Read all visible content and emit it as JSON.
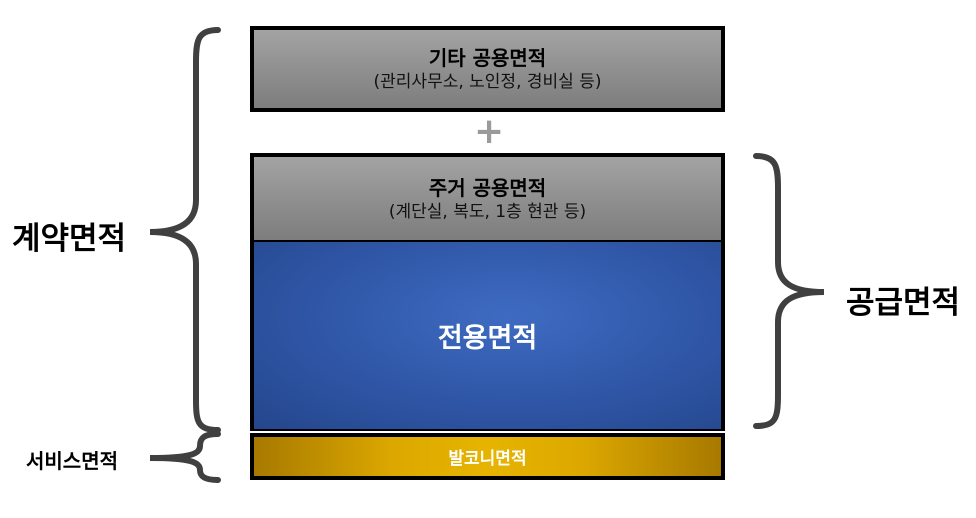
{
  "boxes": {
    "other_common": {
      "title": "기타 공용면적",
      "subtitle": "(관리사무소, 노인정, 경비실 등)"
    },
    "residential_common": {
      "title": "주거 공용면적",
      "subtitle": "(계단실, 복도, 1층 현관 등)"
    },
    "exclusive": {
      "title": "전용면적"
    },
    "balcony": {
      "title": "발코니면적"
    }
  },
  "operator": "+",
  "labels": {
    "contract_area": "계약면적",
    "supply_area": "공급면적",
    "service_area": "서비스면적"
  },
  "colors": {
    "exclusive_fill": "#2f56a6",
    "balcony_fill": "#dca800",
    "common_fill": "#8c8c8c",
    "plus": "#9a9a9a",
    "brace": "#404040"
  }
}
